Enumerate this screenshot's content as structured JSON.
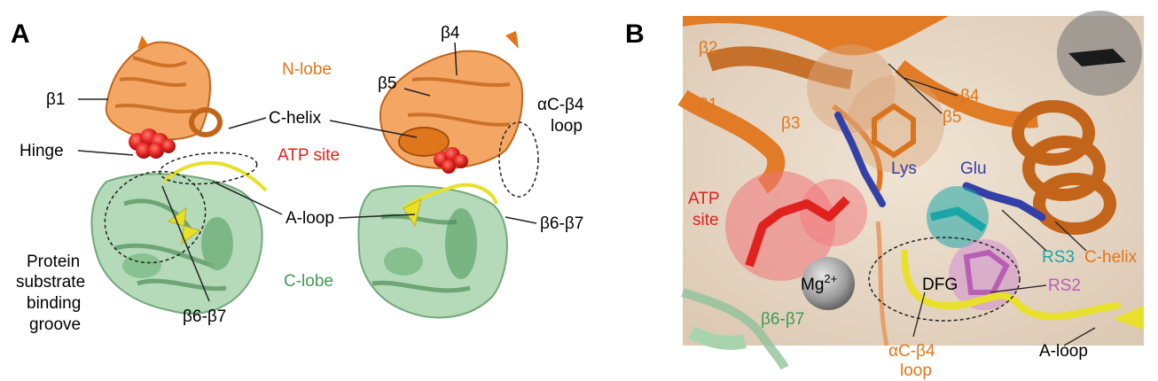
{
  "panels": {
    "a": "A",
    "b": "B"
  },
  "colors": {
    "n_lobe": "#e0761c",
    "c_lobe": "#3f9a55",
    "atp": "#e0221f",
    "a_loop": "#e8e02a",
    "lys": "#3340a8",
    "rs3": "#1aa6a6",
    "rs2": "#b85fb5",
    "mg": "#9a9a9a",
    "leader": "#222222"
  },
  "panel_a": {
    "beta1": "β1",
    "hinge": "Hinge",
    "protein_substrate": [
      "Protein",
      "substrate",
      "binding",
      "groove"
    ],
    "beta67_left": "β6-β7",
    "n_lobe": "N-lobe",
    "c_helix": "C-helix",
    "atp_site": "ATP site",
    "a_loop": "A-loop",
    "c_lobe": "C-lobe",
    "beta4": "β4",
    "beta5": "β5",
    "ac_b4_loop": [
      "αC-β4",
      "loop"
    ],
    "beta67_right": "β6-β7"
  },
  "panel_b": {
    "beta2": "β2",
    "beta1": "β1",
    "beta3": "β3",
    "beta4": "β4",
    "beta5": "β5",
    "lys": "Lys",
    "glu": "Glu",
    "atp_site": [
      "ATP",
      "site"
    ],
    "rs3": "RS3",
    "c_helix": "C-helix",
    "mg": "Mg",
    "mg_sup": "2+",
    "dfg": "DFG",
    "rs2": "RS2",
    "beta67": "β6-β7",
    "ac_b4_loop": [
      "αC-β4",
      "loop"
    ],
    "a_loop": "A-loop"
  }
}
